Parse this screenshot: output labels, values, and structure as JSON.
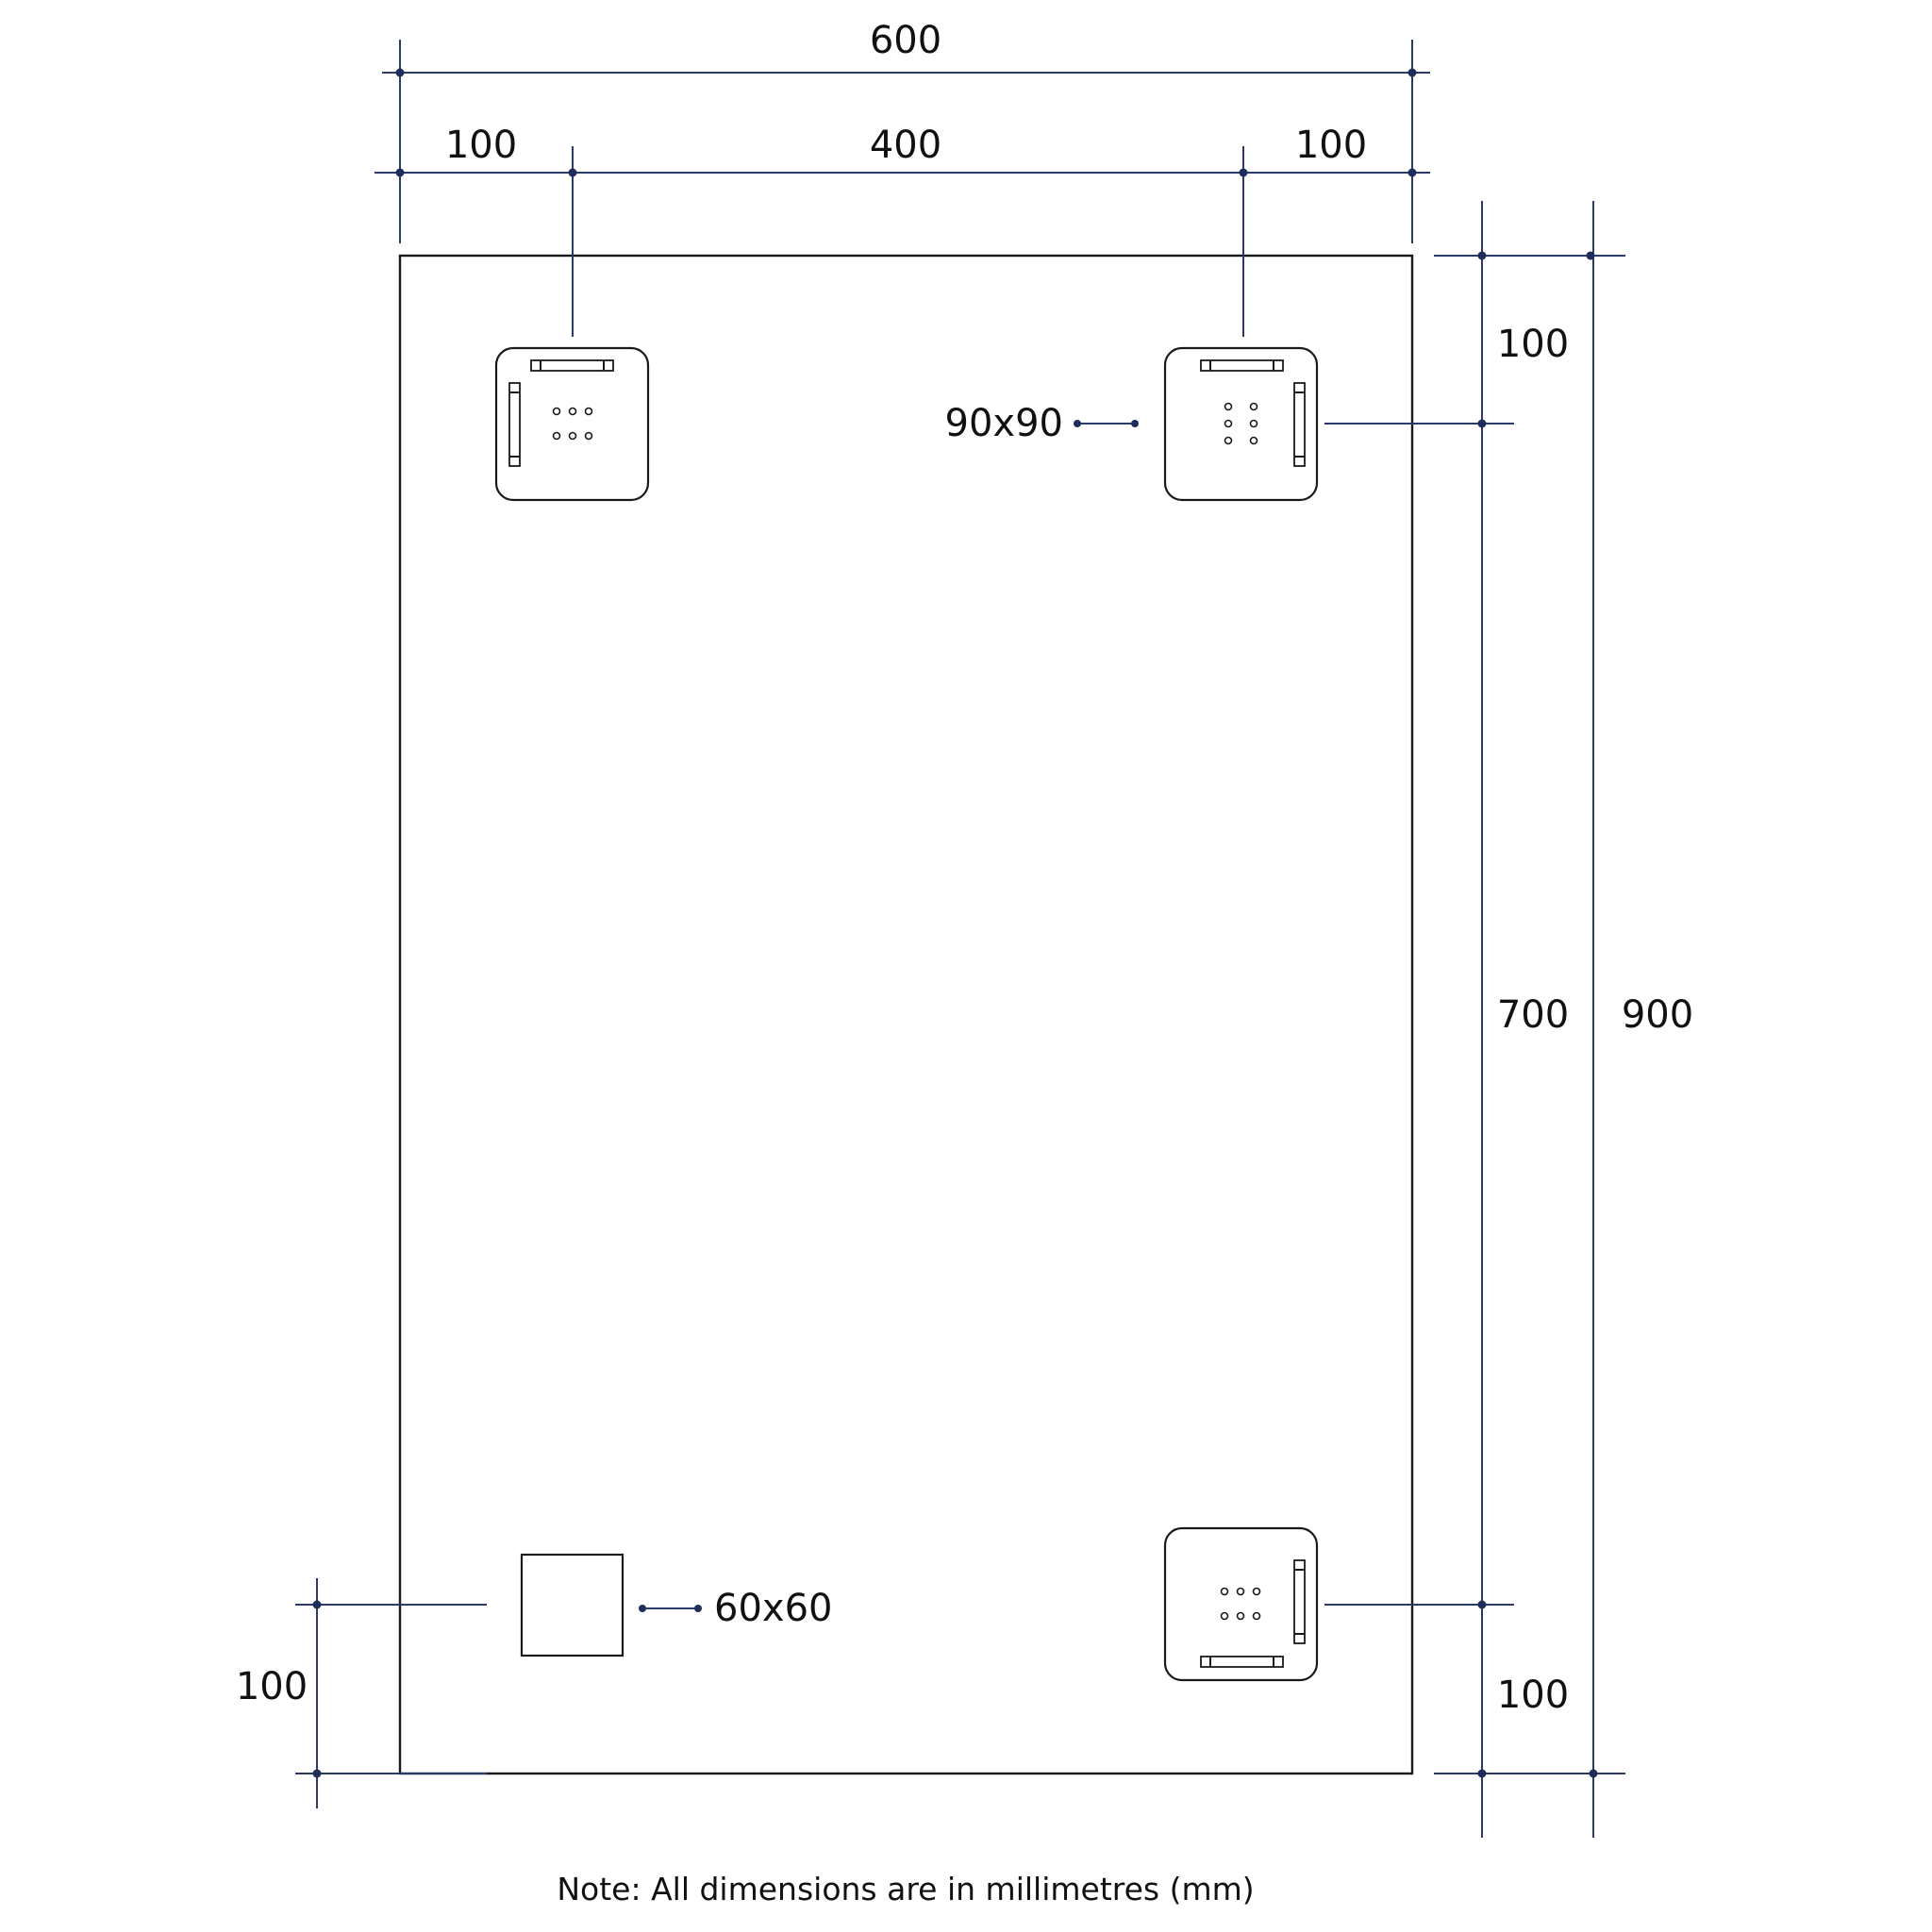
{
  "dimensions": {
    "overall_width": "600",
    "left_offset": "100",
    "center_span": "400",
    "right_offset": "100",
    "top_offset": "100",
    "vertical_span": "700",
    "overall_height": "900",
    "bottom_offset_right": "100",
    "bottom_offset_left": "100"
  },
  "components": {
    "bracket_size": "90x90",
    "switch_size": "60x60"
  },
  "note": "Note: All dimensions are in millimetres (mm)",
  "colors": {
    "dimension_line": "#2b3a66",
    "outline": "#1a1a1a"
  },
  "icons": [
    "mounting-bracket-icon",
    "switch-box-icon"
  ]
}
